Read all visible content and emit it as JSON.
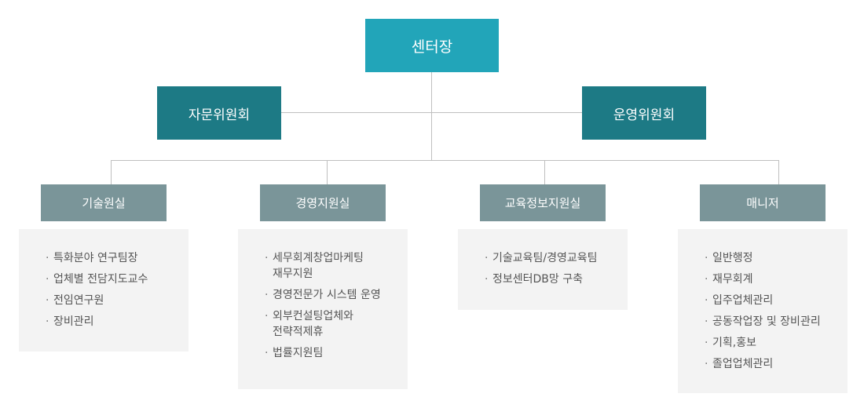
{
  "center_head": "센터장",
  "committees": [
    {
      "label": "자문위원회"
    },
    {
      "label": "운영위원회"
    }
  ],
  "departments": [
    {
      "label": "기술원실",
      "items": [
        "특화분야 연구팀장",
        "업체별 전담지도교수",
        "전임연구원",
        "장비관리"
      ]
    },
    {
      "label": "경영지원실",
      "items": [
        "세무회계창업마케팅\n재무지원",
        "경영전문가 시스템 운영",
        "외부컨설팅업체와\n전략적제휴",
        "법률지원팀"
      ]
    },
    {
      "label": "교육정보지원실",
      "items": [
        "기술교육팀/경영교육팀",
        "정보센터DB망 구축"
      ]
    },
    {
      "label": "매니저",
      "items": [
        "일반행정",
        "재무회계",
        "입주업체관리",
        "공동작업장 및 장비관리",
        "기획,홍보",
        "졸업업체관리"
      ]
    }
  ],
  "colors": {
    "head": "#22a5b9",
    "committee": "#1d7a85",
    "department": "#7a9599",
    "panel": "#f3f3f3",
    "connector": "#bfbfbf"
  }
}
